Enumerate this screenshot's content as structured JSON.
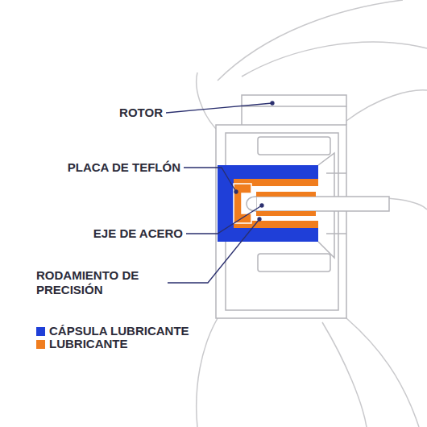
{
  "diagram": {
    "labels": [
      "ROTOR",
      "PLACA DE TEFLÓN",
      "EJE DE ACERO",
      "RODAMIENTO DE PRECISIÓN"
    ],
    "legend": [
      {
        "text": "CÁPSULA LUBRICANTE",
        "color": "#1f3fd8"
      },
      {
        "text": "LUBRICANTE",
        "color": "#f07d1e"
      }
    ]
  }
}
